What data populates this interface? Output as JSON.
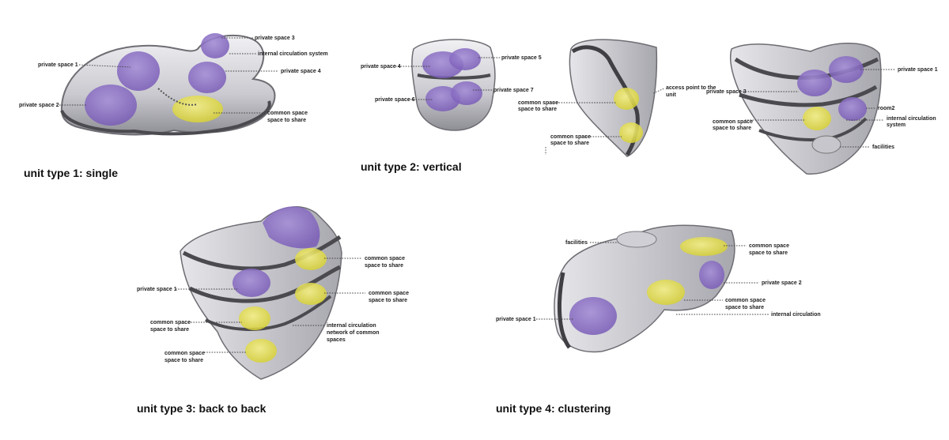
{
  "titles": {
    "t1": "unit type 1: single",
    "t2": "unit type 2: vertical",
    "t3": "unit type 3: back to back",
    "t4": "unit type 4: clustering"
  },
  "unit1": {
    "private3": "private space 3",
    "circulation": "internal circulation system",
    "private1": "private space 1",
    "private4": "private space 4",
    "private2": "private space 2",
    "common_l1": "common space",
    "common_l2": "space to share"
  },
  "unit2a": {
    "private5": "private space 5",
    "private4": "private space 4",
    "private7": "private space 7",
    "private6": "private space 6"
  },
  "unit2b": {
    "access_l1": "access point to the",
    "access_l2": "unit",
    "common1_l1": "common space",
    "common1_l2": "space to share",
    "common2_l1": "common space",
    "common2_l2": "space to share"
  },
  "unit2c": {
    "private1": "private space 1",
    "private3": "private space 3",
    "room2": "room2",
    "common_l1": "common space",
    "common_l2": "space to share",
    "circ_l1": "internal circulation",
    "circ_l2": "system",
    "facilities": "facilities"
  },
  "unit3": {
    "common1_l1": "common space",
    "common1_l2": "space to share",
    "common2_l1": "common space",
    "common2_l2": "space to share",
    "private1": "private space 1",
    "common3_l1": "common space",
    "common3_l2": "space to share",
    "circ_l1": "internal circulation",
    "circ_l2": "network of common",
    "circ_l3": "spaces",
    "common4_l1": "common space",
    "common4_l2": "space to share"
  },
  "unit4": {
    "facilities": "facilities",
    "common1_l1": "common space",
    "common1_l2": "space to share",
    "private2": "private space 2",
    "common2_l1": "common space",
    "common2_l2": "space to share",
    "private1": "private space 1",
    "circulation": "internal circulation"
  },
  "colors": {
    "private": "#8a6cc4",
    "common": "#e8e24a",
    "shell": "#d9d9de",
    "shell_dark": "#555559"
  }
}
